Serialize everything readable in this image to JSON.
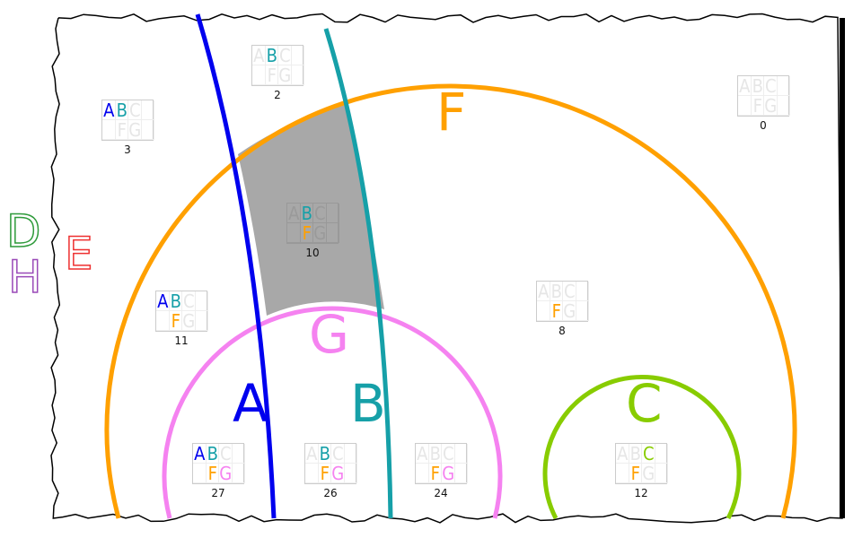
{
  "colors": {
    "A": "#0000ee",
    "B": "#16a0a8",
    "C": "#88cc00",
    "F": "#ffa000",
    "G": "#f582f0",
    "D": "#2e9a3a",
    "E": "#ee3030",
    "H": "#9a4ab8",
    "shade": "#a8a8a8"
  },
  "set_labels": {
    "A": "A",
    "B": "B",
    "C": "C",
    "D": "D",
    "E": "E",
    "F": "F",
    "G": "G",
    "H": "H"
  },
  "regions": [
    {
      "count": "3",
      "active": [
        "A",
        "B"
      ]
    },
    {
      "count": "2",
      "active": [
        "B"
      ]
    },
    {
      "count": "0",
      "active": []
    },
    {
      "count": "10",
      "active": [
        "B",
        "F"
      ]
    },
    {
      "count": "11",
      "active": [
        "A",
        "B",
        "F"
      ]
    },
    {
      "count": "8",
      "active": [
        "F"
      ]
    },
    {
      "count": "27",
      "active": [
        "A",
        "B",
        "F",
        "G"
      ]
    },
    {
      "count": "26",
      "active": [
        "B",
        "F",
        "G"
      ]
    },
    {
      "count": "24",
      "active": [
        "F",
        "G"
      ]
    },
    {
      "count": "12",
      "active": [
        "C",
        "F"
      ]
    }
  ]
}
